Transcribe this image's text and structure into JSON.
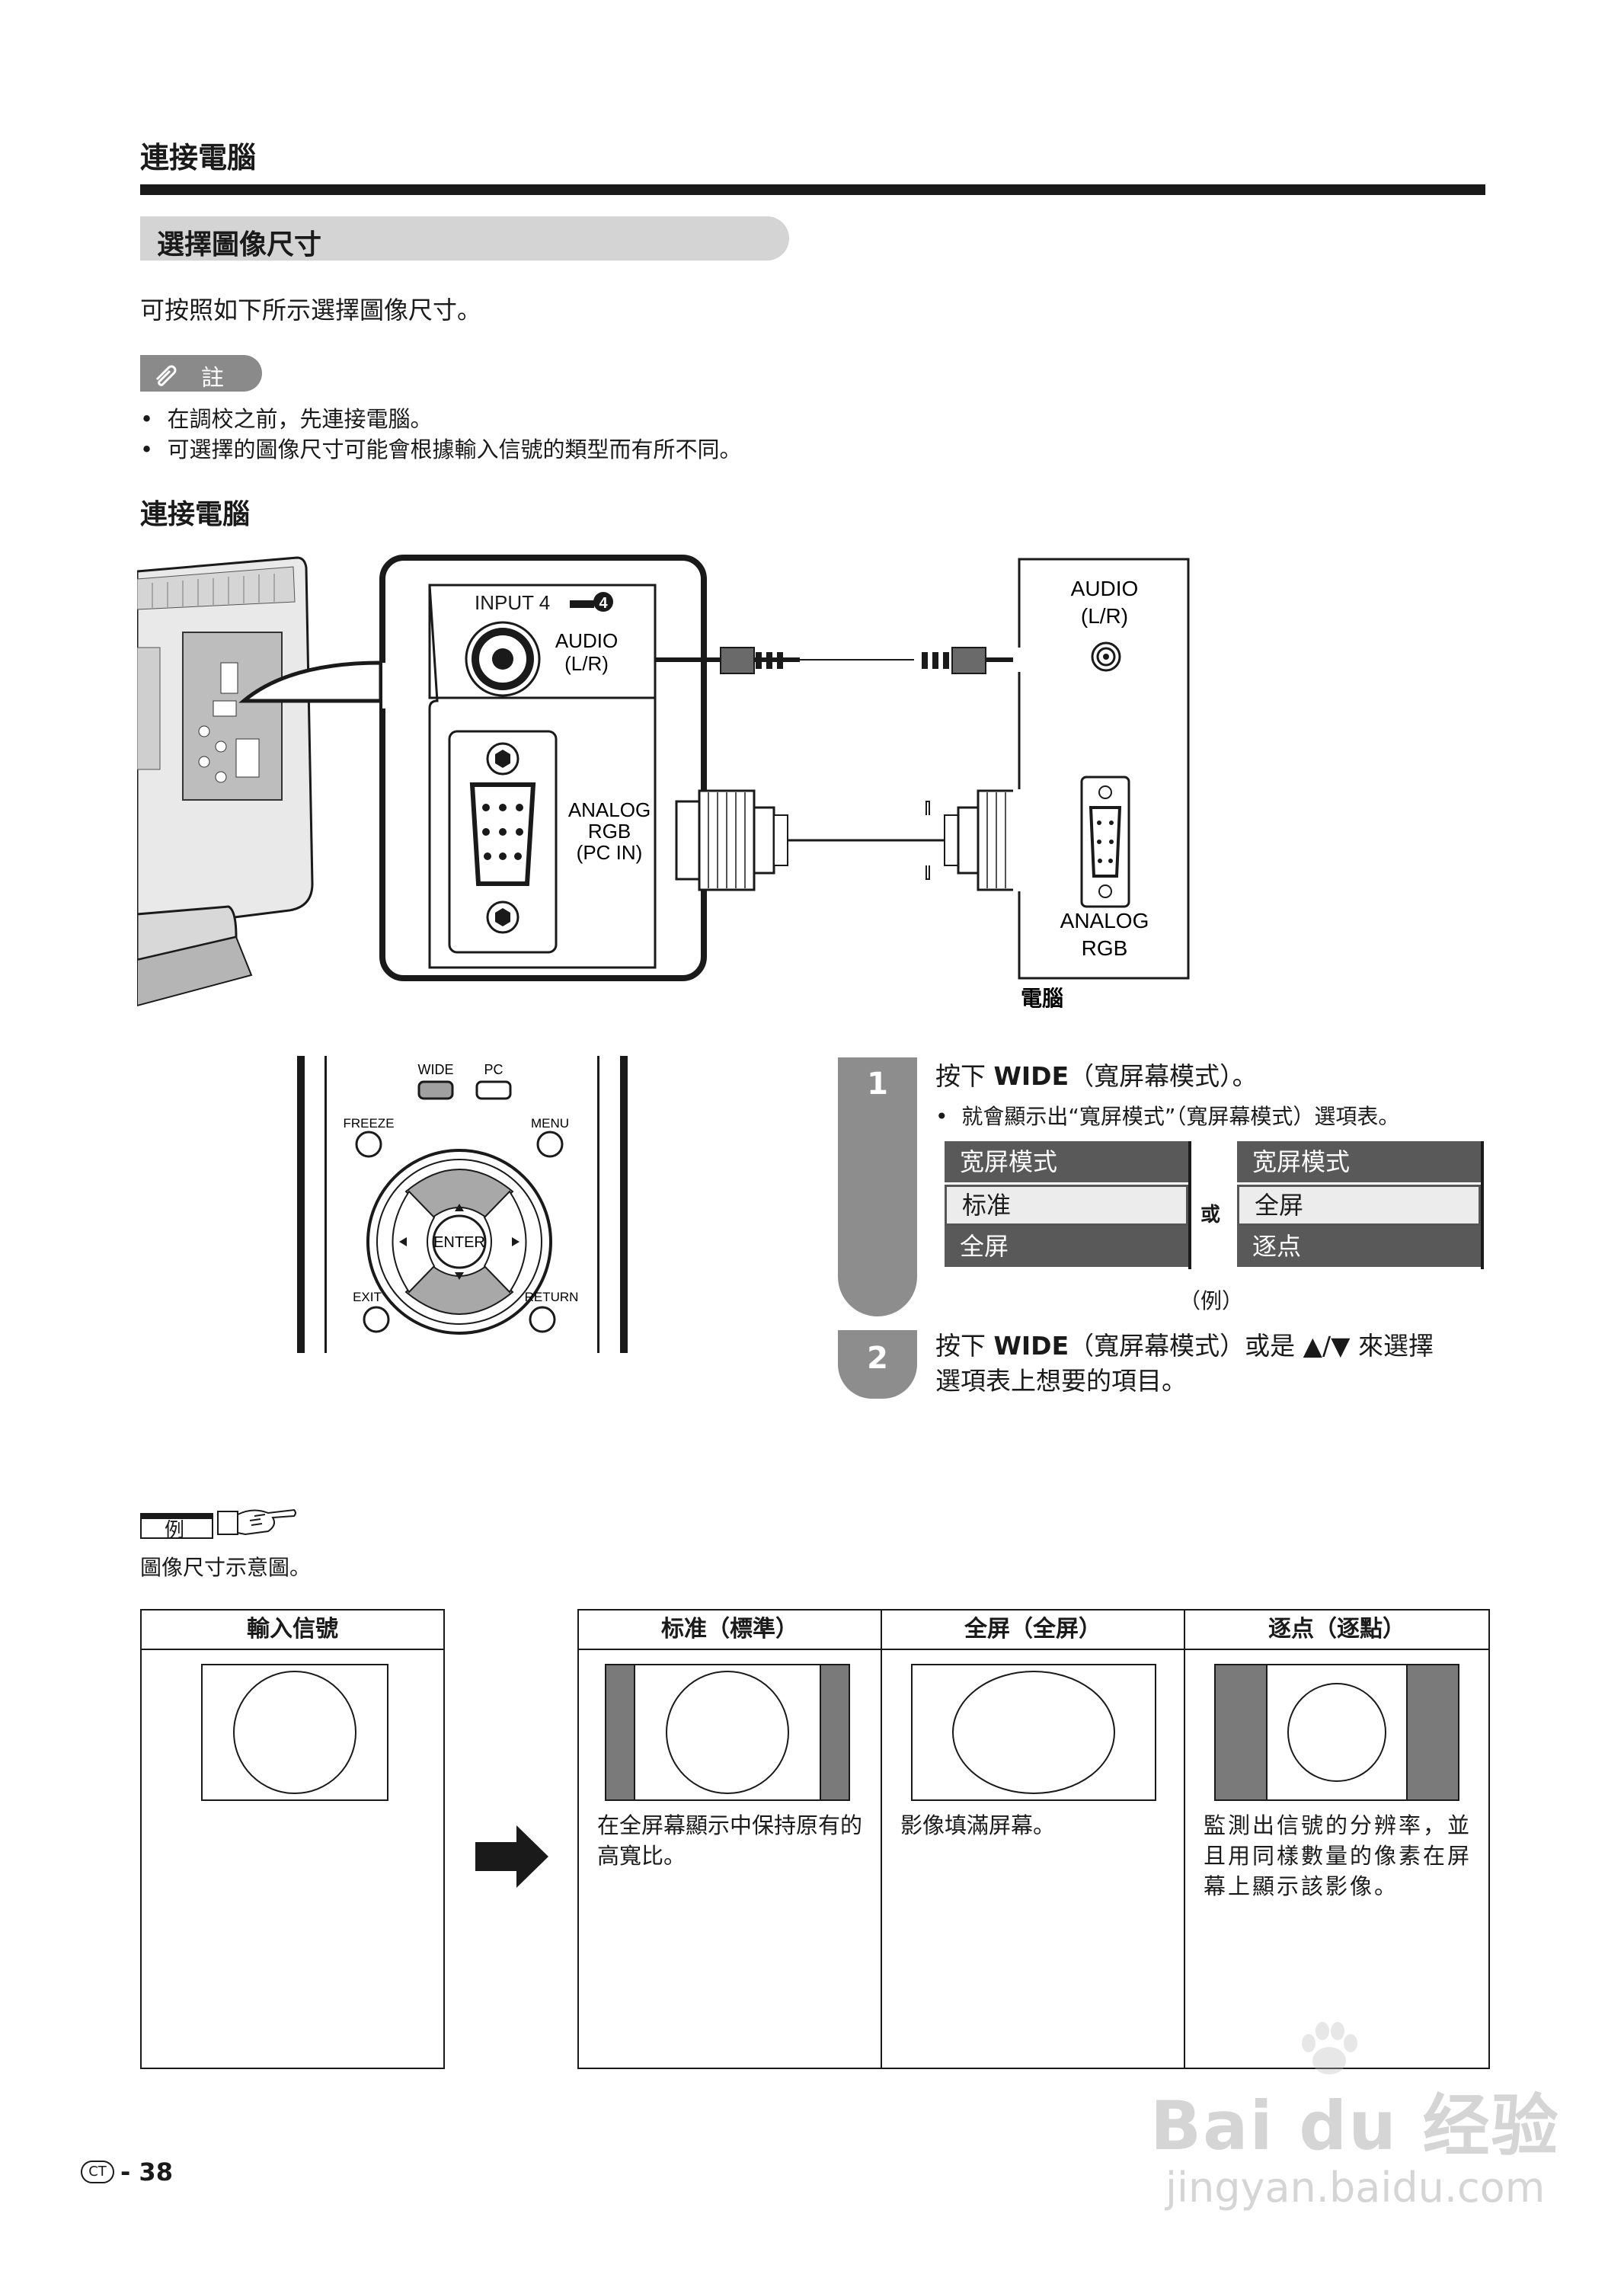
{
  "header": {
    "section_title": "連接電腦"
  },
  "subsection": {
    "title": "選擇圖像尺寸"
  },
  "intro": "可按照如下所示選擇圖像尺寸。",
  "note": {
    "tag": "註",
    "items": [
      "在調校之前，先連接電腦。",
      "可選擇的圖像尺寸可能會根據輸入信號的類型而有所不同。"
    ]
  },
  "connect_heading": "連接電腦",
  "diagram": {
    "input_label": "INPUT 4",
    "input_badge": "4",
    "tv_audio_label": "AUDIO",
    "tv_audio_sub": "(L/R)",
    "tv_analog_1": "ANALOG",
    "tv_analog_2": "RGB",
    "tv_analog_3": "(PC IN)",
    "pc_audio_label": "AUDIO",
    "pc_audio_sub": "(L/R)",
    "pc_analog_1": "ANALOG",
    "pc_analog_2": "RGB",
    "pc_caption": "電腦"
  },
  "remote": {
    "wide": "WIDE",
    "pc": "PC",
    "freeze": "FREEZE",
    "menu": "MENU",
    "enter": "ENTER",
    "exit": "EXIT",
    "return": "RETURN"
  },
  "steps": [
    {
      "number": "1",
      "text_pre": "按下 ",
      "key": "WIDE",
      "text_post": "（寬屏幕模式）。",
      "bullet": "就會顯示出“寬屏模式”（寬屏幕模式）選項表。",
      "menu_a": {
        "title": "宽屏模式",
        "items": [
          "标准",
          "全屏"
        ]
      },
      "or": "或",
      "menu_b": {
        "title": "宽屏模式",
        "items": [
          "全屏",
          "逐点"
        ]
      },
      "example": "（例）"
    },
    {
      "number": "2",
      "line1_pre": "按下 ",
      "key": "WIDE",
      "line1_post": "（寬屏幕模式）或是 ▲/▼ 來選擇",
      "line2": "選項表上想要的項目。"
    }
  ],
  "example_section": {
    "tag": "例",
    "caption": "圖像尺寸示意圖。",
    "columns": [
      {
        "header": "輸入信號",
        "description": ""
      },
      {
        "header": "标准（標準）",
        "description": "在全屏幕顯示中保持原有的高寬比。"
      },
      {
        "header": "全屏（全屏）",
        "description": "影像填滿屏幕。"
      },
      {
        "header": "逐点（逐點）",
        "description": "監測出信號的分辨率，並且用同樣數量的像素在屏幕上顯示該影像。"
      }
    ]
  },
  "footer": {
    "badge": "CT",
    "page": "- 38"
  },
  "watermark": {
    "line1": "Bai du 经验",
    "line2": "jingyan.baidu.com"
  }
}
